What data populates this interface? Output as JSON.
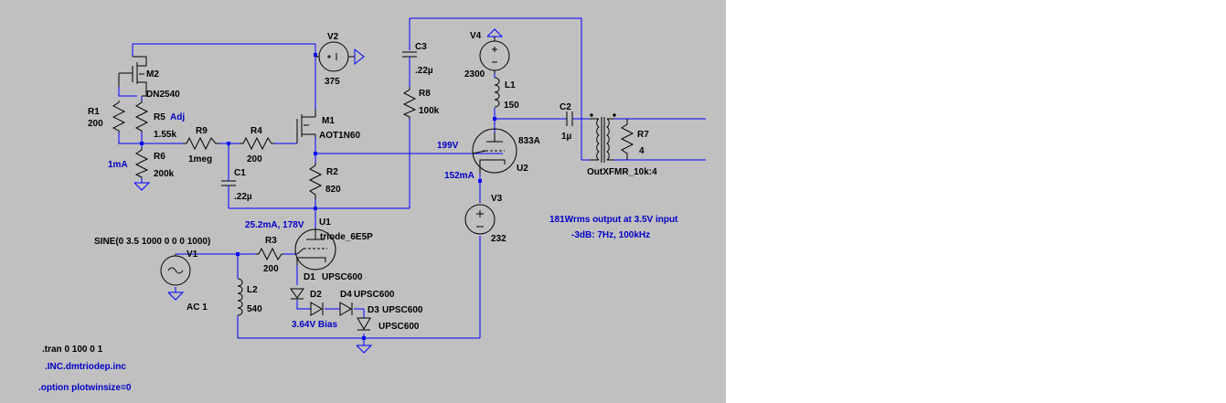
{
  "components": {
    "M2": {
      "name": "M2",
      "value": "DN2540"
    },
    "R1": {
      "name": "R1",
      "value": "200"
    },
    "R5": {
      "name": "R5",
      "value": "1.55k",
      "note": "Adj"
    },
    "R6": {
      "name": "R6",
      "value": "200k"
    },
    "R9": {
      "name": "R9",
      "value": "1meg"
    },
    "R4": {
      "name": "R4",
      "value": "200"
    },
    "C1": {
      "name": "C1",
      "value": ".22µ"
    },
    "M1": {
      "name": "M1",
      "value": "AOT1N60"
    },
    "R2": {
      "name": "R2",
      "value": "820"
    },
    "V2": {
      "name": "V2",
      "value": "375"
    },
    "C3": {
      "name": "C3",
      "value": ".22µ"
    },
    "R8": {
      "name": "R8",
      "value": "100k"
    },
    "V4": {
      "name": "V4",
      "value": "2300"
    },
    "L1": {
      "name": "L1",
      "value": "150"
    },
    "C2": {
      "name": "C2",
      "value": "1µ"
    },
    "U2": {
      "name": "U2",
      "value": "833A"
    },
    "R7": {
      "name": "R7",
      "value": "4"
    },
    "XFMR": {
      "value": "OutXFMR_10k:4"
    },
    "V3": {
      "name": "V3",
      "value": "232"
    },
    "U1": {
      "name": "U1",
      "value": "triode_6E5P"
    },
    "V1": {
      "name": "V1",
      "value": "SINE(0 3.5 1000 0 0 0 1000)",
      "ac": "AC 1"
    },
    "R3": {
      "name": "R3",
      "value": "200"
    },
    "L2": {
      "name": "L2",
      "value": "540"
    },
    "D1": {
      "name": "D1",
      "value": "UPSC600"
    },
    "D2": {
      "name": "D2"
    },
    "D3": {
      "name": "D3",
      "value": "UPSC600"
    },
    "D4": {
      "name": "D4",
      "value": "UPSC600"
    }
  },
  "annotations": {
    "current_1ma": "1mA",
    "grid_voltage": "199V",
    "plate_current": "152mA",
    "u1_operating": "25.2mA, 178V",
    "bias": "3.64V Bias",
    "output_note": "181Wrms output at 3.5V input",
    "bandwidth_note": "-3dB: 7Hz, 100kHz"
  },
  "directives": {
    "tran": ".tran 0 100 0 1",
    "include": ".INC.dmtriodep.inc",
    "option": ".option plotwinsize=0"
  },
  "colors": {
    "background": "#c0c0c0",
    "wire": "#0000ff",
    "component": "#000000",
    "annotation": "#0000c8"
  }
}
